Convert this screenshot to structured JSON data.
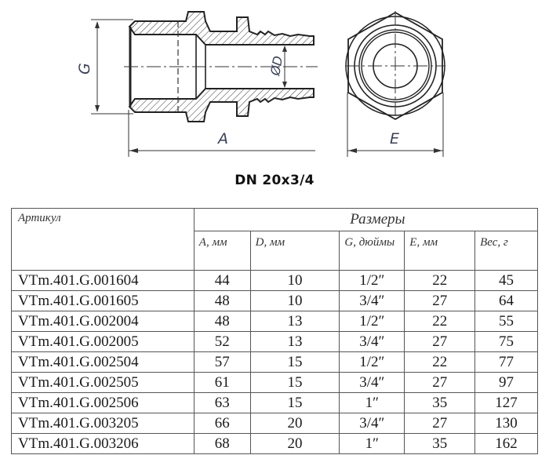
{
  "drawing": {
    "side_view": {
      "dimension_labels": {
        "G": "G",
        "D": "ØD",
        "A": "A"
      }
    },
    "front_view": {
      "dimension_labels": {
        "E": "E"
      }
    }
  },
  "title": "DN 20x3/4",
  "table": {
    "article_header": "Артикул",
    "group_header": "Размеры",
    "columns": [
      {
        "key": "A",
        "label": "A, мм"
      },
      {
        "key": "D",
        "label": "D, мм"
      },
      {
        "key": "G",
        "label": "G, дюймы"
      },
      {
        "key": "E",
        "label": "E, мм"
      },
      {
        "key": "W",
        "label": "Вес, г"
      }
    ],
    "rows": [
      {
        "article": "VTm.401.G.001604",
        "A": "44",
        "D": "10",
        "G": "1/2″",
        "E": "22",
        "W": "45"
      },
      {
        "article": "VTm.401.G.001605",
        "A": "48",
        "D": "10",
        "G": "3/4″",
        "E": "27",
        "W": "64"
      },
      {
        "article": "VTm.401.G.002004",
        "A": "48",
        "D": "13",
        "G": "1/2″",
        "E": "22",
        "W": "55"
      },
      {
        "article": "VTm.401.G.002005",
        "A": "52",
        "D": "13",
        "G": "3/4″",
        "E": "27",
        "W": "75"
      },
      {
        "article": "VTm.401.G.002504",
        "A": "57",
        "D": "15",
        "G": "1/2″",
        "E": "22",
        "W": "77"
      },
      {
        "article": "VTm.401.G.002505",
        "A": "61",
        "D": "15",
        "G": "3/4″",
        "E": "27",
        "W": "97"
      },
      {
        "article": "VTm.401.G.002506",
        "A": "63",
        "D": "15",
        "G": "1″",
        "E": "35",
        "W": "127"
      },
      {
        "article": "VTm.401.G.003205",
        "A": "66",
        "D": "20",
        "G": "3/4″",
        "E": "27",
        "W": "130"
      },
      {
        "article": "VTm.401.G.003206",
        "A": "68",
        "D": "20",
        "G": "1″",
        "E": "35",
        "W": "162"
      }
    ]
  }
}
